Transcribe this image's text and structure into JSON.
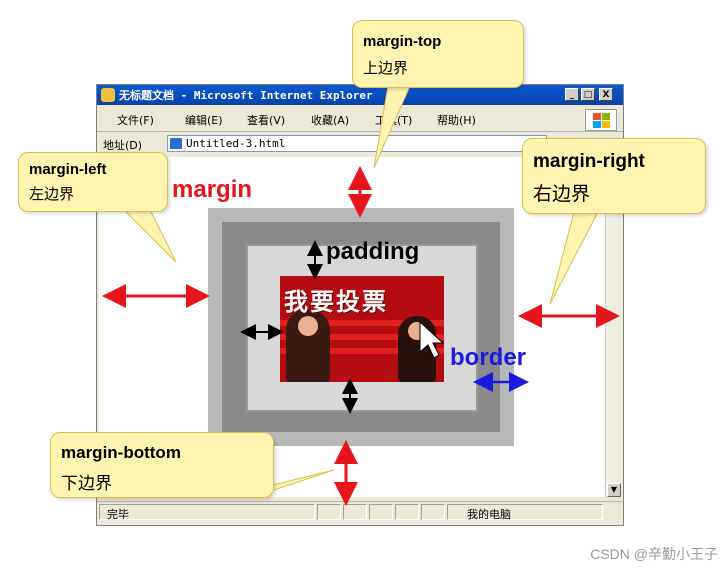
{
  "window": {
    "title": "无标题文档 - Microsoft Internet Explorer",
    "controls": [
      "_",
      "□",
      "X"
    ],
    "menu": [
      "文件(F)",
      "编辑(E)",
      "查看(V)",
      "收藏(A)",
      "工具(T)",
      "帮助(H)"
    ],
    "address_label": "地址(D)",
    "address_value": "Untitled-3.html",
    "status_left": "完毕",
    "status_right": "我的电脑"
  },
  "image_banner": "我要投票",
  "labels": {
    "margin": "margin",
    "padding": "padding",
    "border": "border"
  },
  "callouts": {
    "top": {
      "en": "margin-top",
      "zh": "上边界"
    },
    "left": {
      "en": "margin-left",
      "zh": "左边界"
    },
    "right": {
      "en": "margin-right",
      "zh": "右边界"
    },
    "bottom": {
      "en": "margin-bottom",
      "zh": "下边界"
    }
  },
  "colors": {
    "margin_arrow": "#e8141c",
    "padding_arrow": "#000000",
    "border_arrow": "#1a1ae0",
    "callout_fill": "#fff5b0"
  },
  "watermark": "CSDN @辛勤小王子"
}
